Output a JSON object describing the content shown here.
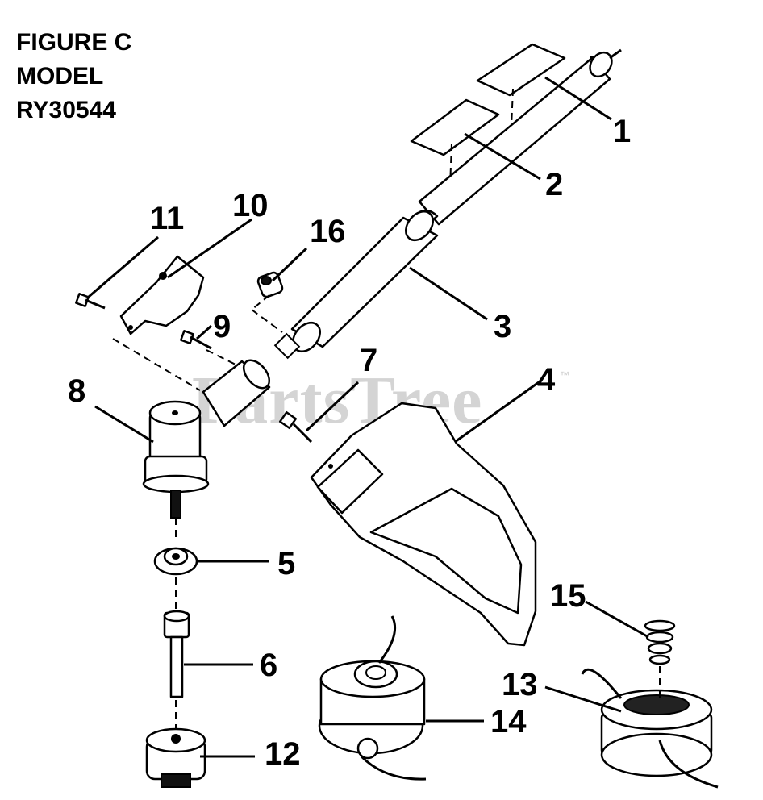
{
  "figure": {
    "title_lines": [
      "FIGURE C",
      "MODEL",
      "RY30544"
    ]
  },
  "watermark": {
    "text": "PartsTree",
    "mark": "™"
  },
  "callouts": {
    "c1": "1",
    "c2": "2",
    "c3": "3",
    "c4": "4",
    "c5": "5",
    "c6": "6",
    "c7": "7",
    "c8": "8",
    "c9": "9",
    "c10": "10",
    "c11": "11",
    "c12": "12",
    "c13": "13",
    "c14": "14",
    "c15": "15",
    "c16": "16"
  },
  "colors": {
    "line": "#000000",
    "background": "#ffffff",
    "watermark": "#d4d4d4"
  }
}
